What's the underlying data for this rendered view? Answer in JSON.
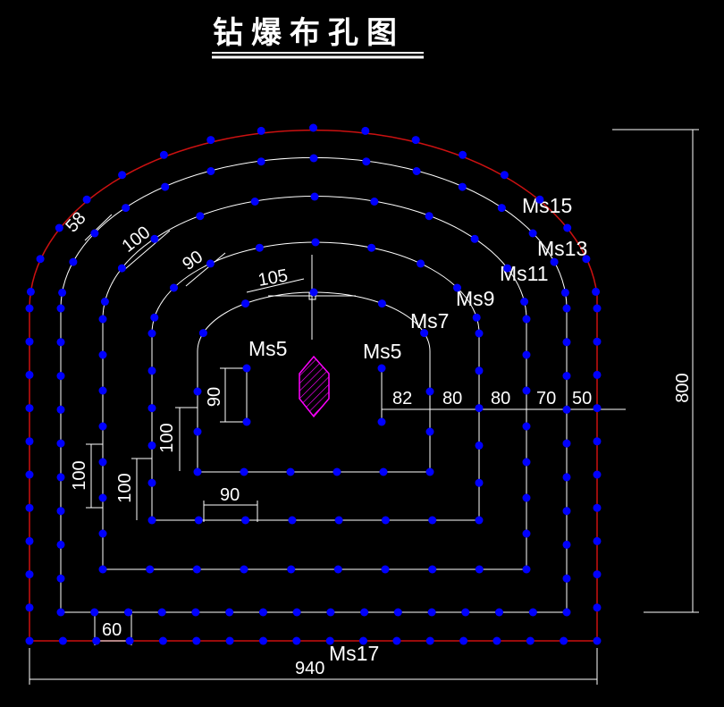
{
  "title": "钻爆布孔图",
  "delays": {
    "ms5_left": "Ms5",
    "ms5_right": "Ms5",
    "ms7": "Ms7",
    "ms9": "Ms9",
    "ms11": "Ms11",
    "ms13": "Ms13",
    "ms15": "Ms15",
    "ms17": "Ms17"
  },
  "dimensions": {
    "total_width": "940",
    "total_height": "800",
    "bottom_spacing": "60",
    "inner_spacing": "90",
    "arch_spacing_inner": "105",
    "arch_spacing_2": "90",
    "arch_spacing_3": "100",
    "arch_spacing_outer": "58",
    "row_spacing_a": "90",
    "row_spacing_b": "100",
    "row_spacing_c": "100",
    "row_spacing_d": "100",
    "ring_82": "82",
    "ring_80a": "80",
    "ring_80b": "80",
    "ring_70": "70",
    "ring_50": "50"
  },
  "colors": {
    "hole": "#0000ff",
    "contour": "#cc1111",
    "lines": "#ffffff",
    "cut_hatch": "#ff00ff"
  }
}
